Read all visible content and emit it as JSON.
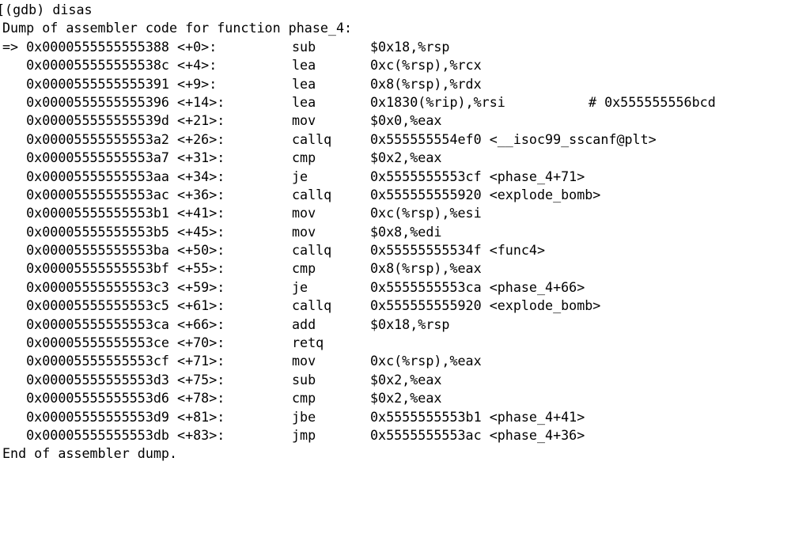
{
  "terminal": {
    "colors": {
      "background": "#ffffff",
      "text": "#000000"
    },
    "prompt_line": {
      "clipped_prefix": "[",
      "prompt": "(gdb)",
      "command": "disas",
      "full_text": "[(gdb) disas"
    },
    "dump_header": "Dump of assembler code for function phase_4:",
    "dump_footer": "End of assembler dump.",
    "function_name": "phase_4",
    "current_instruction_marker": "=>",
    "instructions": [
      {
        "marker": "=>",
        "address": "0x0000555555555388",
        "offset": "<+0>",
        "mnemonic": "sub",
        "operands": "$0x18,%rsp",
        "comment": ""
      },
      {
        "marker": "",
        "address": "0x000055555555538c",
        "offset": "<+4>",
        "mnemonic": "lea",
        "operands": "0xc(%rsp),%rcx",
        "comment": ""
      },
      {
        "marker": "",
        "address": "0x0000555555555391",
        "offset": "<+9>",
        "mnemonic": "lea",
        "operands": "0x8(%rsp),%rdx",
        "comment": ""
      },
      {
        "marker": "",
        "address": "0x0000555555555396",
        "offset": "<+14>",
        "mnemonic": "lea",
        "operands": "0x1830(%rip),%rsi",
        "comment": "# 0x555555556bcd"
      },
      {
        "marker": "",
        "address": "0x000055555555539d",
        "offset": "<+21>",
        "mnemonic": "mov",
        "operands": "$0x0,%eax",
        "comment": ""
      },
      {
        "marker": "",
        "address": "0x00005555555553a2",
        "offset": "<+26>",
        "mnemonic": "callq",
        "operands": "0x555555554ef0 <__isoc99_sscanf@plt>",
        "comment": ""
      },
      {
        "marker": "",
        "address": "0x00005555555553a7",
        "offset": "<+31>",
        "mnemonic": "cmp",
        "operands": "$0x2,%eax",
        "comment": ""
      },
      {
        "marker": "",
        "address": "0x00005555555553aa",
        "offset": "<+34>",
        "mnemonic": "je",
        "operands": "0x5555555553cf <phase_4+71>",
        "comment": ""
      },
      {
        "marker": "",
        "address": "0x00005555555553ac",
        "offset": "<+36>",
        "mnemonic": "callq",
        "operands": "0x555555555920 <explode_bomb>",
        "comment": ""
      },
      {
        "marker": "",
        "address": "0x00005555555553b1",
        "offset": "<+41>",
        "mnemonic": "mov",
        "operands": "0xc(%rsp),%esi",
        "comment": ""
      },
      {
        "marker": "",
        "address": "0x00005555555553b5",
        "offset": "<+45>",
        "mnemonic": "mov",
        "operands": "$0x8,%edi",
        "comment": ""
      },
      {
        "marker": "",
        "address": "0x00005555555553ba",
        "offset": "<+50>",
        "mnemonic": "callq",
        "operands": "0x55555555534f <func4>",
        "comment": ""
      },
      {
        "marker": "",
        "address": "0x00005555555553bf",
        "offset": "<+55>",
        "mnemonic": "cmp",
        "operands": "0x8(%rsp),%eax",
        "comment": ""
      },
      {
        "marker": "",
        "address": "0x00005555555553c3",
        "offset": "<+59>",
        "mnemonic": "je",
        "operands": "0x5555555553ca <phase_4+66>",
        "comment": ""
      },
      {
        "marker": "",
        "address": "0x00005555555553c5",
        "offset": "<+61>",
        "mnemonic": "callq",
        "operands": "0x555555555920 <explode_bomb>",
        "comment": ""
      },
      {
        "marker": "",
        "address": "0x00005555555553ca",
        "offset": "<+66>",
        "mnemonic": "add",
        "operands": "$0x18,%rsp",
        "comment": ""
      },
      {
        "marker": "",
        "address": "0x00005555555553ce",
        "offset": "<+70>",
        "mnemonic": "retq",
        "operands": "",
        "comment": ""
      },
      {
        "marker": "",
        "address": "0x00005555555553cf",
        "offset": "<+71>",
        "mnemonic": "mov",
        "operands": "0xc(%rsp),%eax",
        "comment": ""
      },
      {
        "marker": "",
        "address": "0x00005555555553d3",
        "offset": "<+75>",
        "mnemonic": "sub",
        "operands": "$0x2,%eax",
        "comment": ""
      },
      {
        "marker": "",
        "address": "0x00005555555553d6",
        "offset": "<+78>",
        "mnemonic": "cmp",
        "operands": "$0x2,%eax",
        "comment": ""
      },
      {
        "marker": "",
        "address": "0x00005555555553d9",
        "offset": "<+81>",
        "mnemonic": "jbe",
        "operands": "0x5555555553b1 <phase_4+41>",
        "comment": ""
      },
      {
        "marker": "",
        "address": "0x00005555555553db",
        "offset": "<+83>",
        "mnemonic": "jmp",
        "operands": "0x5555555553ac <phase_4+36>",
        "comment": ""
      }
    ]
  }
}
